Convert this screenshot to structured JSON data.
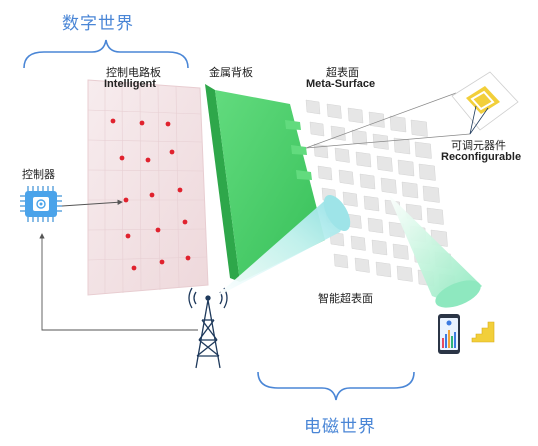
{
  "title_top": "数字世界",
  "title_bottom": "电磁世界",
  "labels": {
    "control_board_cn": "控制电路板",
    "control_board_en": "Intelligent",
    "metal_backplate_cn": "金属背板",
    "metasurface_cn": "超表面",
    "metasurface_en": "Meta-Surface",
    "element_cn": "可调元器件",
    "element_en": "Reconfigurable",
    "controller_cn": "控制器",
    "smart_surface_cn": "智能超表面"
  },
  "colors": {
    "accent_blue": "#4a86d6",
    "board_fill": "#f4e4e6",
    "dot_red": "#e0222e",
    "backplate_green": "#4cd16b",
    "tile_gray": "#e6e6e6",
    "beam_cyan": "#bff0f0",
    "beam_mint": "#a5efcd",
    "unit_yellow": "#f2cf3a"
  },
  "icons": [
    "chip-icon",
    "antenna-tower-icon",
    "smartphone-icon",
    "stair-icon",
    "brace-icon"
  ]
}
